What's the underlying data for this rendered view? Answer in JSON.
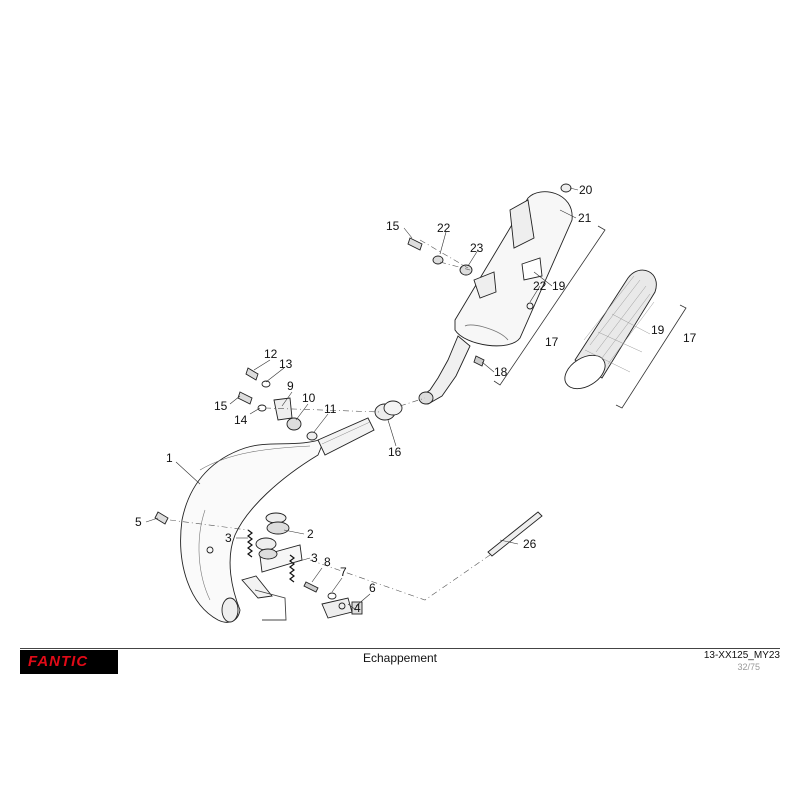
{
  "diagram": {
    "callouts": [
      {
        "id": "c1",
        "text": "1"
      },
      {
        "id": "c2",
        "text": "2"
      },
      {
        "id": "c3a",
        "text": "3"
      },
      {
        "id": "c3b",
        "text": "3"
      },
      {
        "id": "c4",
        "text": "4"
      },
      {
        "id": "c5",
        "text": "5"
      },
      {
        "id": "c6",
        "text": "6"
      },
      {
        "id": "c7",
        "text": "7"
      },
      {
        "id": "c8",
        "text": "8"
      },
      {
        "id": "c9",
        "text": "9"
      },
      {
        "id": "c10",
        "text": "10"
      },
      {
        "id": "c11",
        "text": "11"
      },
      {
        "id": "c12",
        "text": "12"
      },
      {
        "id": "c13",
        "text": "13"
      },
      {
        "id": "c14",
        "text": "14"
      },
      {
        "id": "c15a",
        "text": "15"
      },
      {
        "id": "c15b",
        "text": "15"
      },
      {
        "id": "c16",
        "text": "16"
      },
      {
        "id": "c17a",
        "text": "17"
      },
      {
        "id": "c17b",
        "text": "17"
      },
      {
        "id": "c18",
        "text": "18"
      },
      {
        "id": "c19a",
        "text": "19"
      },
      {
        "id": "c19b",
        "text": "19"
      },
      {
        "id": "c20",
        "text": "20"
      },
      {
        "id": "c21",
        "text": "21"
      },
      {
        "id": "c22a",
        "text": "22"
      },
      {
        "id": "c22b",
        "text": "22"
      },
      {
        "id": "c23",
        "text": "23"
      },
      {
        "id": "c26",
        "text": "26"
      }
    ]
  },
  "footer": {
    "brand": "FANTIC",
    "section_title": "Echappement",
    "model_code": "13-XX125_MY23",
    "page": "32/75"
  }
}
